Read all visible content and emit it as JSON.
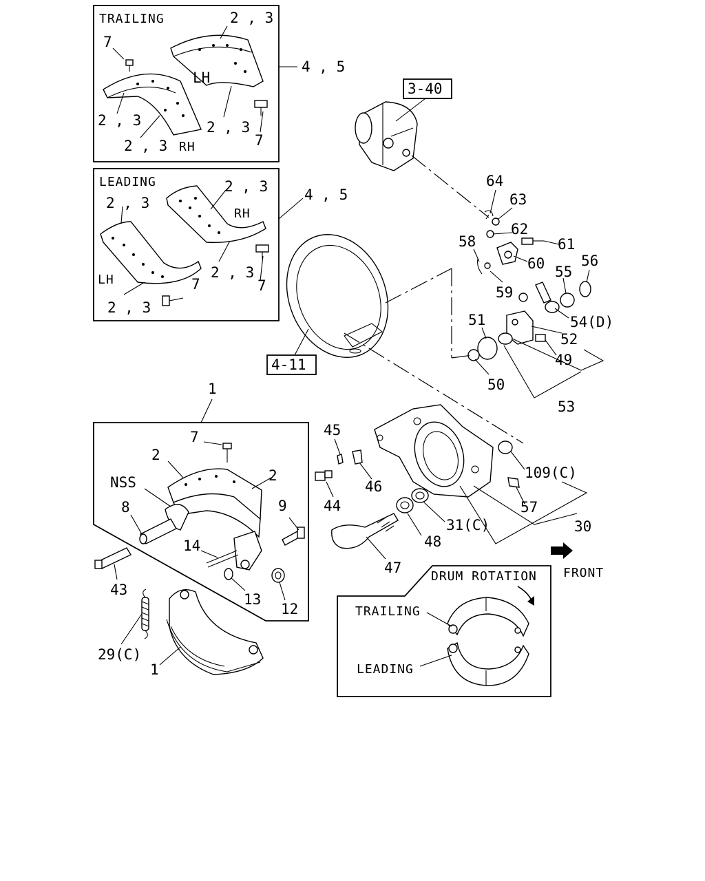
{
  "panels": {
    "trailing": {
      "title": "TRAILING",
      "labels": [
        "2 , 3",
        "7",
        "LH",
        "2 , 3",
        "2 , 3",
        "2 , 3",
        "RH",
        "7"
      ],
      "ref": "4 , 5"
    },
    "leading": {
      "title": "LEADING",
      "labels": [
        "2 , 3",
        "2 , 3",
        "RH",
        "LH",
        "2 , 3",
        "7",
        "2 , 3",
        "7"
      ],
      "ref": "4 , 5"
    },
    "shoe_assembly": {
      "labels": [
        "7",
        "2",
        "2",
        "NSS",
        "8",
        "9",
        "14",
        "13",
        "12"
      ],
      "ref": "1"
    },
    "drum_rotation": {
      "title": "DRUM ROTATION",
      "trailing": "TRAILING",
      "leading": "LEADING"
    }
  },
  "ref_boxes": [
    "3-40",
    "4-11"
  ],
  "callouts": [
    "64",
    "63",
    "62",
    "61",
    "58",
    "60",
    "56",
    "55",
    "59",
    "54(D)",
    "51",
    "52",
    "49",
    "50",
    "53",
    "45",
    "46",
    "44",
    "109(C)",
    "57",
    "31(C)",
    "30",
    "48",
    "47",
    "43",
    "29(C)",
    "1"
  ],
  "front_label": "FRONT"
}
